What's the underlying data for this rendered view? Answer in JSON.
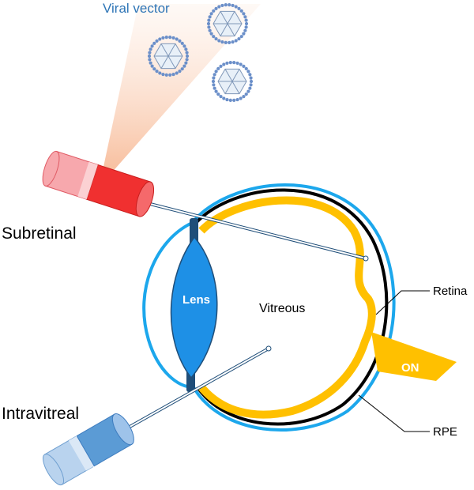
{
  "labels": {
    "viral_vector": "Viral vector",
    "subretinal": "Subretinal",
    "intravitreal": "Intravitreal",
    "lens": "Lens",
    "vitreous": "Vitreous",
    "retina": "Retina",
    "on": "ON",
    "rpe": "RPE"
  },
  "icons": {
    "virus": "hexagonal-capsid-icon",
    "syringe": "syringe-icon"
  },
  "colors": {
    "vector_text": "#2e75b6",
    "outer_blue": "#1ca7ec",
    "lens_blue": "#1e90e6",
    "lens_dark": "#1f4e79",
    "retina_yellow": "#ffc000",
    "subretinal_red": "#f03030",
    "subretinal_light": "#f7a8ad",
    "intravitreal_blue": "#5b9bd5",
    "intravitreal_light": "#b9d3ee",
    "cone_peach": "#f8c6a8",
    "capsid_dot": "#6b8fc9"
  }
}
